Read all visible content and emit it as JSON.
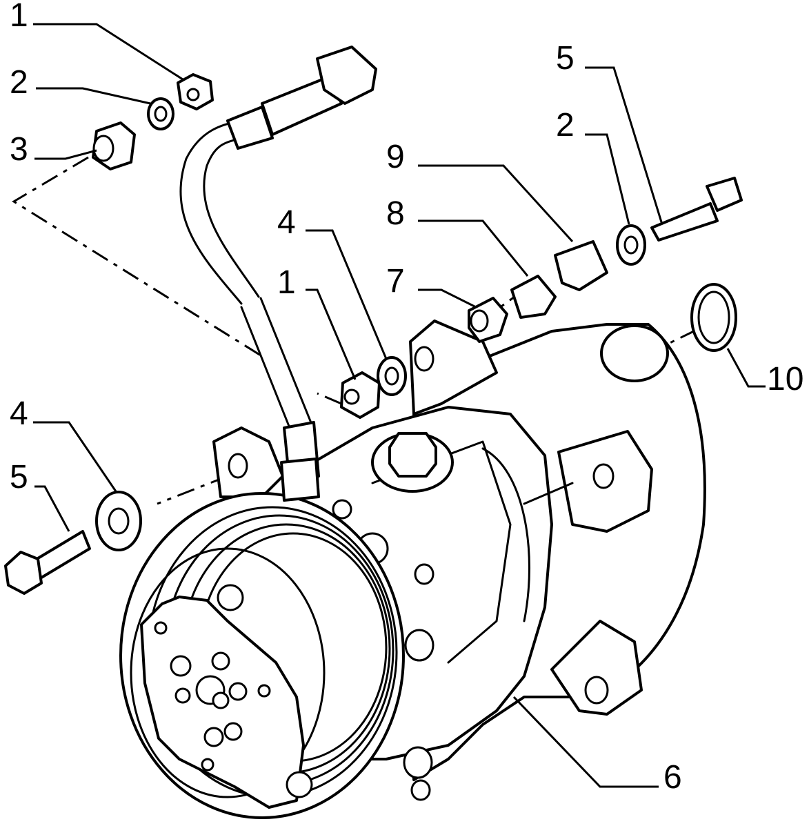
{
  "callouts": [
    {
      "id": "c1a",
      "label": "1"
    },
    {
      "id": "c2a",
      "label": "2"
    },
    {
      "id": "c3",
      "label": "3"
    },
    {
      "id": "c4a",
      "label": "4"
    },
    {
      "id": "c1b",
      "label": "1"
    },
    {
      "id": "c9",
      "label": "9"
    },
    {
      "id": "c8",
      "label": "8"
    },
    {
      "id": "c7",
      "label": "7"
    },
    {
      "id": "c5a",
      "label": "5"
    },
    {
      "id": "c2b",
      "label": "2"
    },
    {
      "id": "c10",
      "label": "10"
    },
    {
      "id": "c4b",
      "label": "4"
    },
    {
      "id": "c5b",
      "label": "5"
    },
    {
      "id": "c6",
      "label": "6"
    }
  ]
}
